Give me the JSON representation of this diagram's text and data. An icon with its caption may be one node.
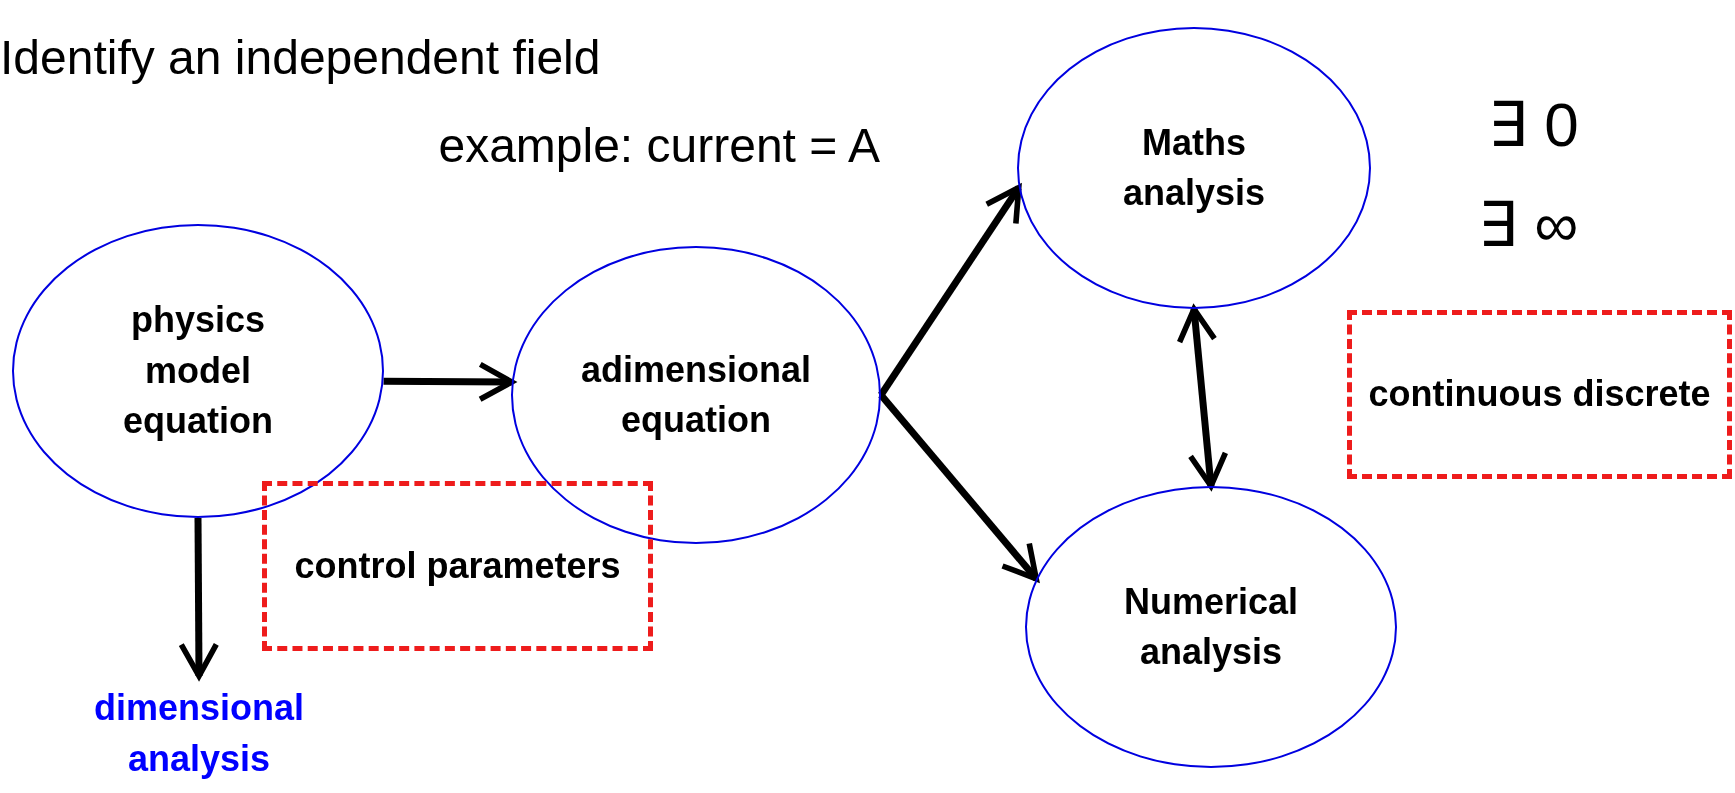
{
  "diagram": {
    "nodes": [
      {
        "text": [
          "physics model equation"
        ]
      },
      {
        "text": [
          "adimensional equation"
        ]
      },
      {
        "text": [
          "Maths analysis"
        ]
      },
      {
        "text": [
          "Numerical analysis"
        ]
      },
      {
        "text": [
          "control parameters"
        ]
      },
      {
        "text": [
          "continuous discrete"
        ]
      },
      {
        "text": [
          "dimensional analysis"
        ]
      }
    ],
    "edges": [
      {
        "from": 0,
        "to": 1,
        "arrow": "to"
      },
      {
        "from": 0,
        "to": 6,
        "arrow": "to"
      },
      {
        "from": 1,
        "to": 2,
        "arrow": "to"
      },
      {
        "from": 1,
        "to": 3,
        "arrow": "to"
      },
      {
        "from": 2,
        "to": 3,
        "arrow": "both"
      }
    ],
    "labels": [
      "Identify an independent field",
      "example: current = A",
      "∃ 0",
      "∃ ∞"
    ]
  }
}
